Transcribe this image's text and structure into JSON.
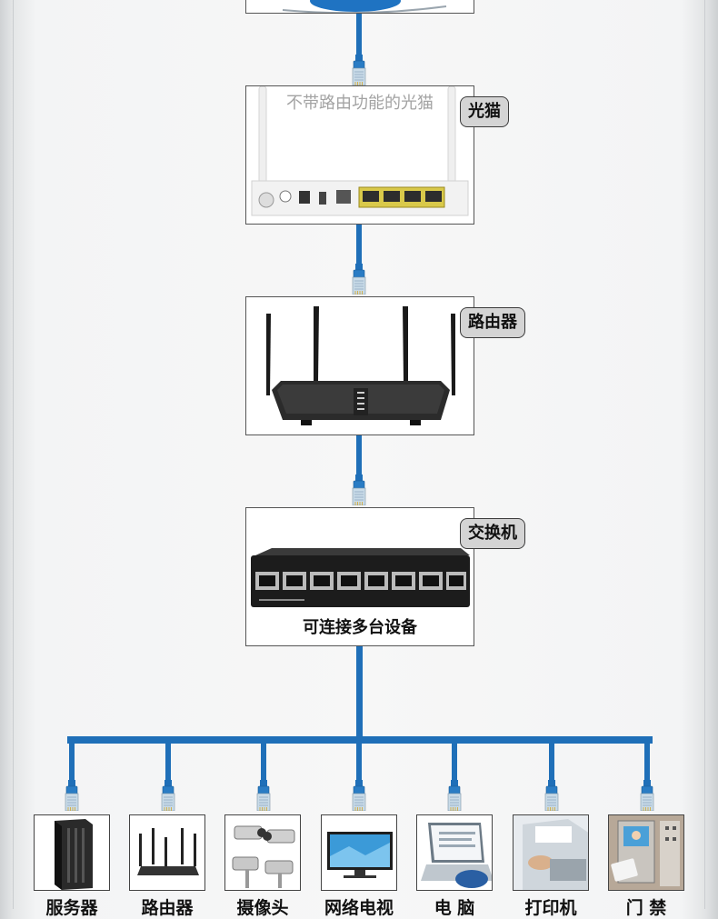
{
  "modem": {
    "tag": "光猫",
    "note": "不带路由功能的光猫"
  },
  "router": {
    "tag": "路由器"
  },
  "switch": {
    "tag": "交换机",
    "caption": "可连接多台设备"
  },
  "endpoints": [
    {
      "label": "服务器",
      "icon": "server-icon"
    },
    {
      "label": "路由器",
      "icon": "router-icon"
    },
    {
      "label": "摄像头",
      "icon": "camera-icon"
    },
    {
      "label": "网络电视",
      "icon": "tv-icon"
    },
    {
      "label": "电 脑",
      "icon": "laptop-icon"
    },
    {
      "label": "打印机",
      "icon": "printer-icon"
    },
    {
      "label": "门 禁",
      "icon": "access-control-icon"
    }
  ],
  "colors": {
    "cable": "#1f6fb8",
    "tag_bg": "#d4d4d4",
    "border": "#555555"
  }
}
